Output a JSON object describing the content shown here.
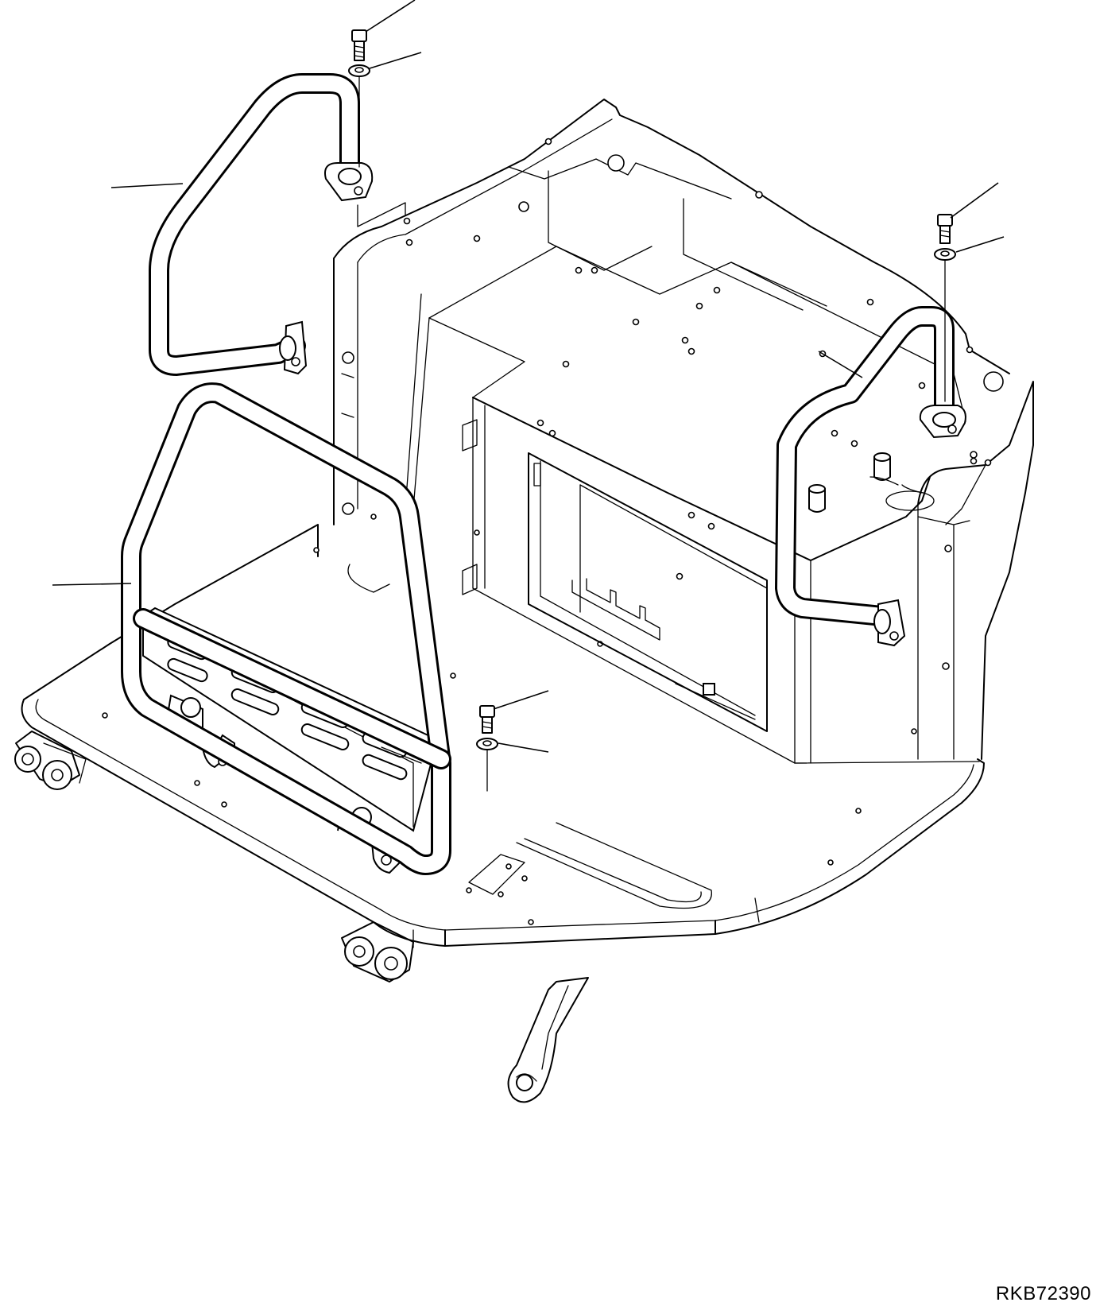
{
  "drawing": {
    "code": "RKB72390",
    "parts": [
      {
        "name": "left-handrail-with-mount-plates",
        "label": ""
      },
      {
        "name": "front-guard-rail-with-step",
        "label": ""
      },
      {
        "name": "right-handrail-with-mount-plates",
        "label": ""
      },
      {
        "name": "upper-left-bolt",
        "label": ""
      },
      {
        "name": "upper-left-washer",
        "label": ""
      },
      {
        "name": "upper-right-bolt",
        "label": ""
      },
      {
        "name": "upper-right-washer",
        "label": ""
      },
      {
        "name": "center-bolt",
        "label": ""
      },
      {
        "name": "center-washer",
        "label": ""
      },
      {
        "name": "center-seat-frame",
        "label": ""
      }
    ]
  }
}
